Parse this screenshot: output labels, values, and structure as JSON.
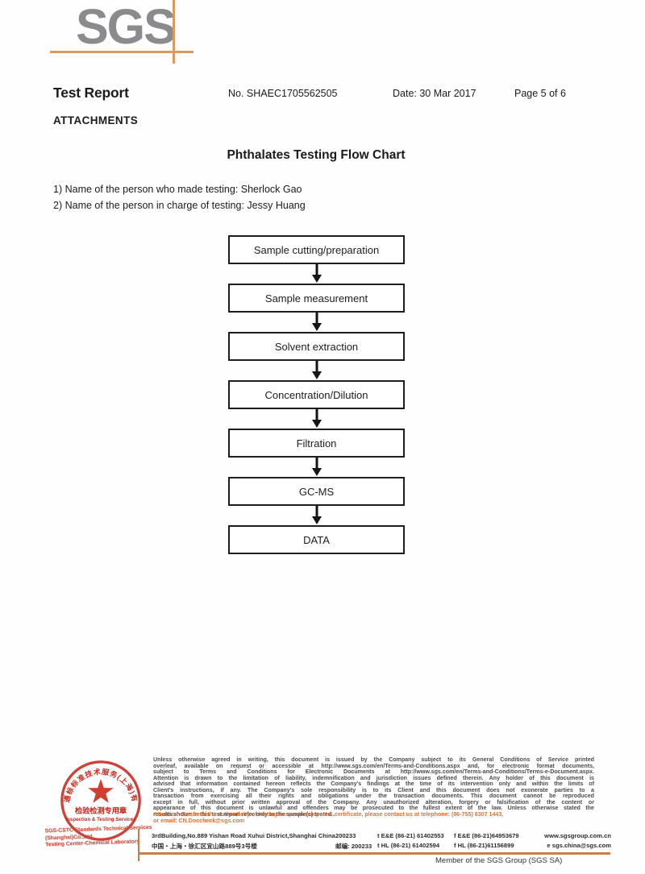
{
  "header": {
    "logo": "SGS",
    "title": "Test Report",
    "report_no": "No. SHAEC1705562505",
    "date": "Date: 30 Mar 2017",
    "page": "Page 5 of 6",
    "section": "ATTACHMENTS"
  },
  "flowchart": {
    "title": "Phthalates Testing Flow Chart",
    "note1": "1) Name of the person who made testing: Sherlock Gao",
    "note2": "2) Name of the person in charge of testing: Jessy Huang",
    "steps": [
      "Sample cutting/preparation",
      "Sample measurement",
      "Solvent extraction",
      "Concentration/Dilution",
      "Filtration",
      "GC-MS",
      "DATA"
    ]
  },
  "stamp": {
    "arc_text": "通标标准技术服务(上海)有限公司",
    "inner_cn": "检验检测专用章",
    "inner_en": "Inspection & Testing Services",
    "company_line1": "SGS-CSTC Standards Technical Services (Shanghai)Co.,Ltd.",
    "company_line2": "Testing Center-Chemical Laboratory"
  },
  "footer": {
    "disclaimer_lines": [
      "Unless otherwise agreed in writing, this document is issued by the Company subject to its General Conditions of Service printed",
      "overleaf, available on request or accessible at http://www.sgs.com/en/Terms-and-Conditions.aspx and, for electronic format documents,",
      "subject to Terms and Conditions for Electronic Documents at http://www.sgs.com/en/Terms-and-Conditions/Terms-e-Document.aspx.",
      "Attention is drawn to the limitation of liability, indemnification and jurisdiction issues defined therein. Any holder of this document is",
      "advised that information contained hereon reflects the Company's findings at the time of its intervention only and within the limits of",
      "Client's instructions, if any. The Company's sole responsibility is to its Client and this document does not exonerate parties to a",
      "transaction from exercising all their rights and obligations under the transaction documents. This document cannot be reproduced",
      "except in full, without prior written approval of the Company. Any unauthorized alteration, forgery or falsification of the content or",
      "appearance of this document is unlawful and offenders may be prosecuted to the fullest extent of the law. Unless otherwise stated the",
      "results shown in this test report refer only to the sample(s) tested ."
    ],
    "attention_line1": "Attention: To check the authenticity of testing /inspection report & certificate, please contact us at telephone: (86-755) 8307 1443,",
    "attention_line2": "or email: CN.Doccheck@sgs.com",
    "address_en": "3rdBuilding,No.889 Yishan Road Xuhui District,Shanghai China",
    "postcode_en": "200233",
    "tel1": "t E&E (86-21) 61402553",
    "fax1": "f E&E (86-21)64953679",
    "web": "www.sgsgroup.com.cn",
    "address_cn": "中国・上海・徐汇区宜山路889号3号楼",
    "postcode_cn": "邮编: 200233",
    "tel2": "t HL (86-21) 61402594",
    "fax2": "f HL (86-21)61156899",
    "email": "e sgs.china@sgs.com",
    "member": "Member of the SGS Group (SGS SA)"
  },
  "colors": {
    "accent_orange": "#d99a62",
    "footer_line_orange": "#cb7e45",
    "attention_orange": "#e0722e",
    "stamp_red": "#c5281c",
    "logo_gray": "#8b8b8e"
  }
}
